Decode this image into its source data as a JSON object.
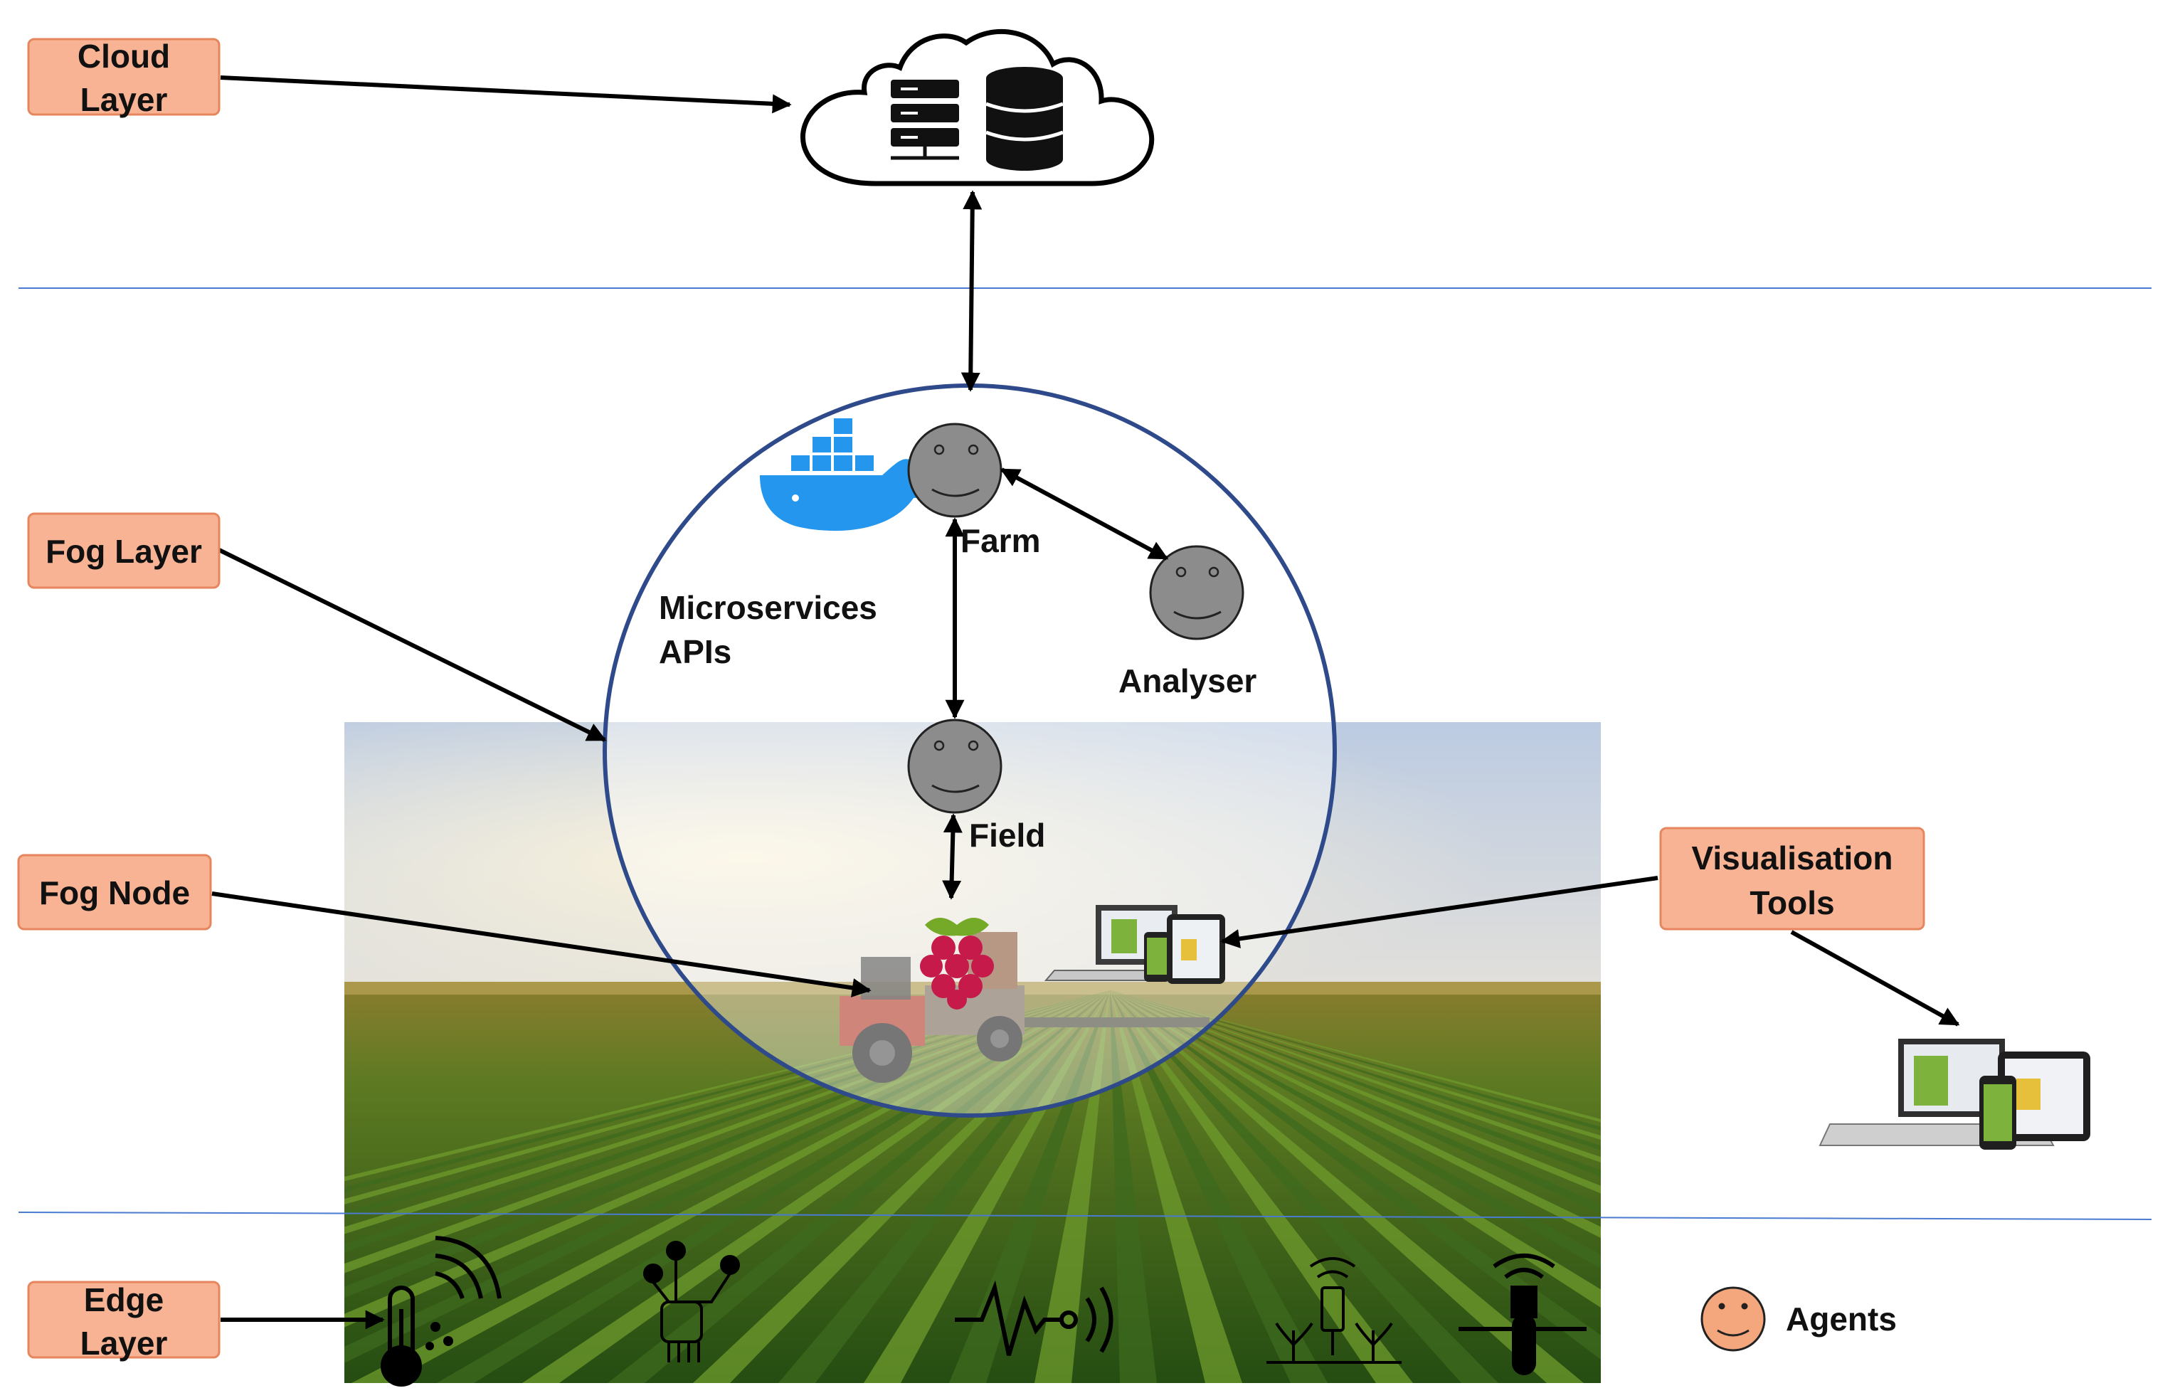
{
  "layers": {
    "cloud": {
      "line1": "Cloud",
      "line2": "Layer"
    },
    "fog": {
      "label": "Fog Layer"
    },
    "fog_node": {
      "label": "Fog Node"
    },
    "edge": {
      "line1": "Edge",
      "line2": "Layer"
    }
  },
  "fog_circle": {
    "microservices_line1": "Microservices",
    "microservices_line2": "APIs"
  },
  "agents": {
    "farm": "Farm",
    "analyser": "Analyser",
    "field": "Field"
  },
  "visualisation": {
    "line1": "Visualisation",
    "line2": "Tools"
  },
  "legend": {
    "label": "Agents"
  },
  "colors": {
    "layer_box": "#f8b394",
    "layer_box_border": "#e6865e",
    "agent_grey": "#8c8c8c",
    "legend_agent": "#f4a77d",
    "fog_circle": "#2f4a8a",
    "separator": "#4a7bd0",
    "docker_blue": "#2496ed",
    "raspberry": "#c51a4a"
  },
  "icons": [
    "cloud-icon",
    "server-icon",
    "database-icon",
    "docker-icon",
    "raspberry-pi-icon",
    "laptop-icon",
    "tablet-icon",
    "phone-icon",
    "thermometer-icon",
    "soil-sensor-icon",
    "signal-wave-icon",
    "plant-sensor-icon",
    "probe-icon",
    "smiley-agent-icon"
  ]
}
